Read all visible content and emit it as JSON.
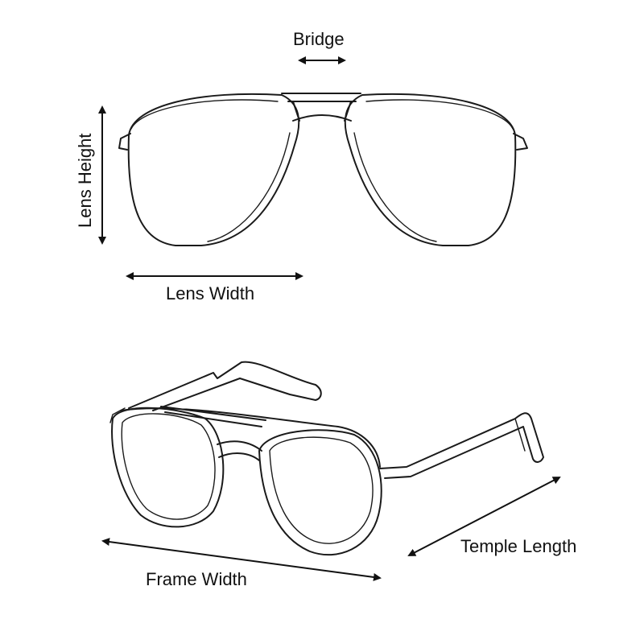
{
  "labels": {
    "bridge": "Bridge",
    "lens_height": "Lens Height",
    "lens_width": "Lens Width",
    "frame_width": "Frame Width",
    "temple_length": "Temple Length"
  }
}
